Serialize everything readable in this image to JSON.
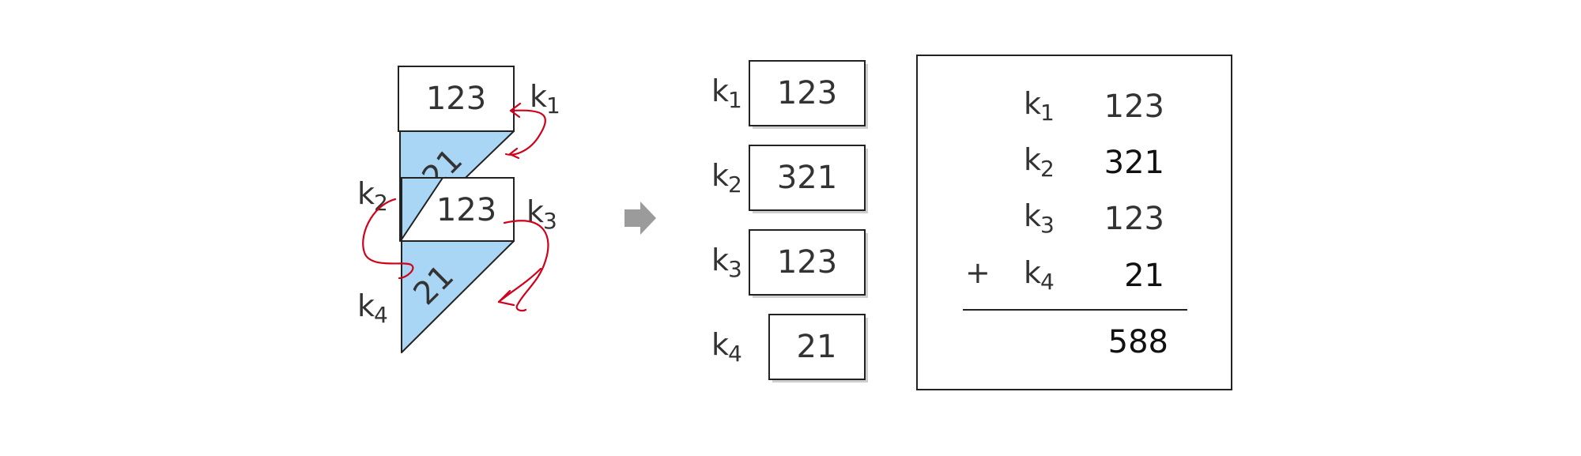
{
  "left_fold": {
    "top_value": "123",
    "fold1_value": "321",
    "middle_value": "123",
    "fold2_value": "21",
    "key_labels": [
      {
        "base": "k",
        "sub": "1"
      },
      {
        "base": "k",
        "sub": "2"
      },
      {
        "base": "k",
        "sub": "3"
      },
      {
        "base": "k",
        "sub": "4"
      }
    ]
  },
  "arrow": {
    "icon": "right-arrow-icon",
    "color": "#9b9b9b"
  },
  "key_list": [
    {
      "base": "k",
      "sub": "1",
      "value": "123"
    },
    {
      "base": "k",
      "sub": "2",
      "value": "321"
    },
    {
      "base": "k",
      "sub": "3",
      "value": "123"
    },
    {
      "base": "k",
      "sub": "4",
      "value": "21"
    }
  ],
  "sum_panel": {
    "operator": "+",
    "rows": [
      {
        "base": "k",
        "sub": "1",
        "value": "123"
      },
      {
        "base": "k",
        "sub": "2",
        "value": "321"
      },
      {
        "base": "k",
        "sub": "3",
        "value": "123"
      },
      {
        "base": "k",
        "sub": "4",
        "value": "21"
      }
    ],
    "total": "588"
  },
  "colors": {
    "fold_fill": "#a9d6f5",
    "annotation_red": "#d0021b"
  }
}
